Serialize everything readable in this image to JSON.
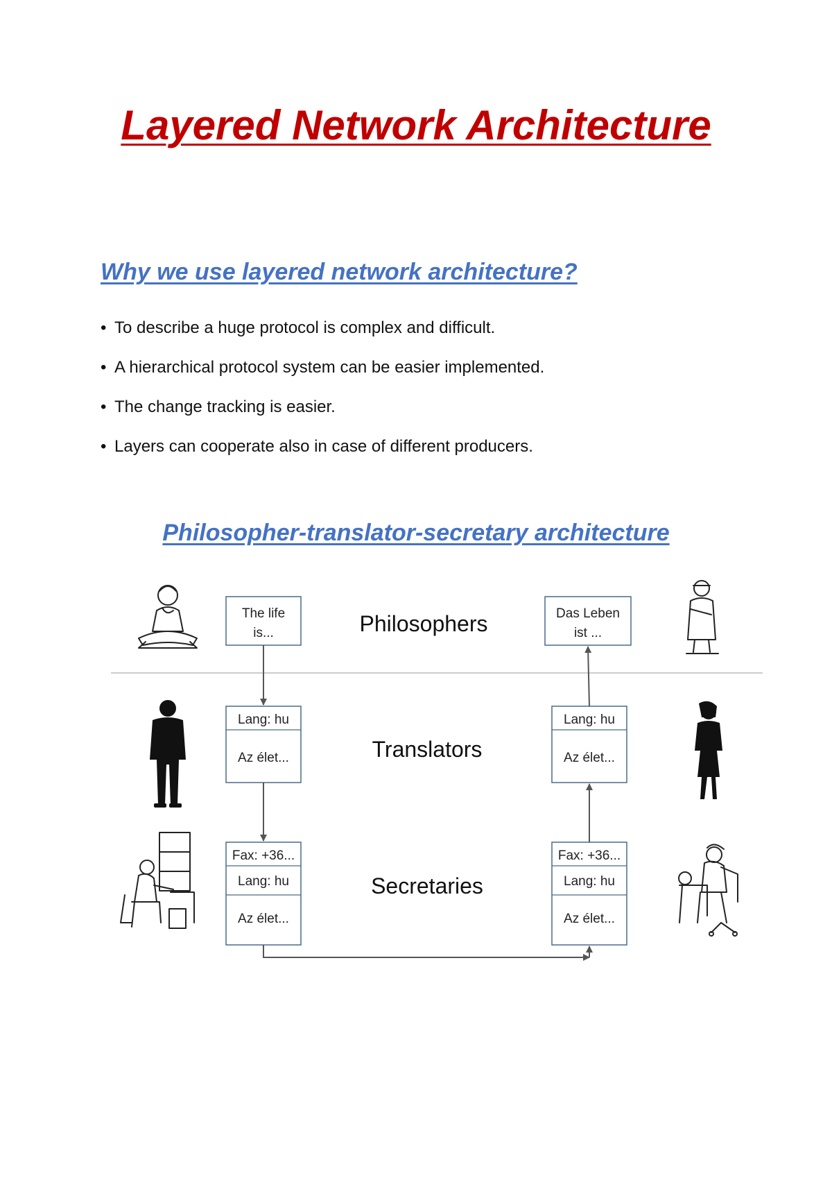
{
  "document": {
    "title": "Layered Network Architecture",
    "section_heading": "Why we use layered network architecture?",
    "bullets": [
      "To describe a huge protocol is complex and difficult.",
      "A hierarchical protocol system can be easier implemented.",
      "The change tracking is easier.",
      "Layers can cooperate also in case of different producers."
    ],
    "diagram_heading": "Philosopher-translator-secretary architecture"
  },
  "diagram": {
    "layers": {
      "philosophers": "Philosophers",
      "translators": "Translators",
      "secretaries": "Secretaries"
    },
    "left": {
      "philosopher_box": [
        "The life",
        "is..."
      ],
      "translator_box": [
        "Lang: hu",
        "Az élet..."
      ],
      "secretary_box": [
        "Fax: +36...",
        "Lang: hu",
        "Az élet..."
      ]
    },
    "right": {
      "philosopher_box": [
        "Das Leben",
        "ist ..."
      ],
      "translator_box": [
        "Lang: hu",
        "Az élet..."
      ],
      "secretary_box": [
        "Fax: +36...",
        "Lang: hu",
        "Az élet..."
      ]
    },
    "icons": [
      "meditating-philosopher-icon",
      "standing-philosopher-icon",
      "male-translator-silhouette-icon",
      "female-translator-silhouette-icon",
      "secretary-at-desk-icon",
      "secretary-at-desk-right-icon"
    ]
  },
  "colors": {
    "title": "#c00000",
    "heading": "#4472c4",
    "box_border": "#4a6a8a",
    "arrow": "#555555",
    "divider": "#bbbbbb"
  }
}
